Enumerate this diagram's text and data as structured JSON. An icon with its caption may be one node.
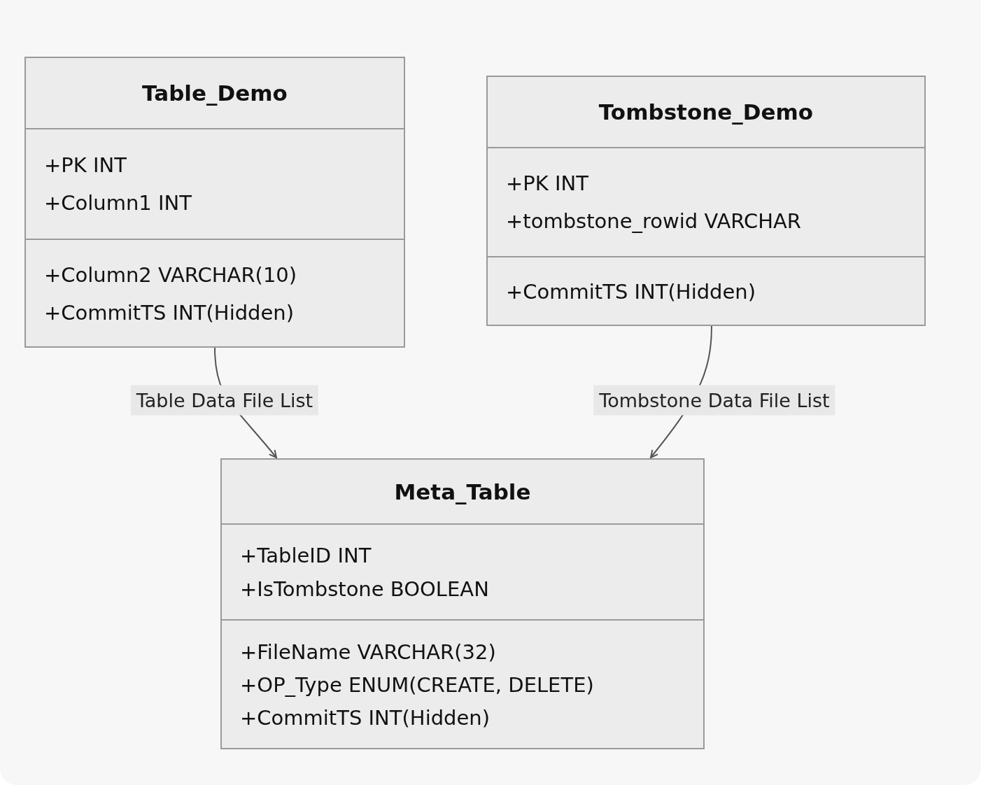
{
  "diagram": {
    "nodes": [
      {
        "text": [
          "Table_Demo"
        ]
      },
      {
        "text": [
          "+PK INT",
          "+Column1 INT"
        ],
        "in": 0
      },
      {
        "text": [
          "+Column2 VARCHAR(10)",
          "+CommitTS INT(Hidden)"
        ],
        "in": 0
      },
      {
        "text": [
          "Tombstone_Demo"
        ]
      },
      {
        "text": [
          "+PK INT",
          "+tombstone_rowid VARCHAR"
        ],
        "in": 3
      },
      {
        "text": [
          "+CommitTS INT(Hidden)"
        ],
        "in": 3
      },
      {
        "text": [
          "Meta_Table"
        ]
      },
      {
        "text": [
          "+TableID INT",
          "+IsTombstone BOOLEAN"
        ],
        "in": 6
      },
      {
        "text": [
          "+FileName VARCHAR(32)",
          "+OP_Type ENUM(CREATE, DELETE)",
          "+CommitTS INT(Hidden)"
        ],
        "in": 6
      }
    ],
    "edges": [
      {
        "from": 0,
        "to": 6,
        "arrow": "to",
        "label": "Table Data File List"
      },
      {
        "from": 3,
        "to": 6,
        "arrow": "to",
        "label": "Tombstone Data File List"
      }
    ]
  }
}
